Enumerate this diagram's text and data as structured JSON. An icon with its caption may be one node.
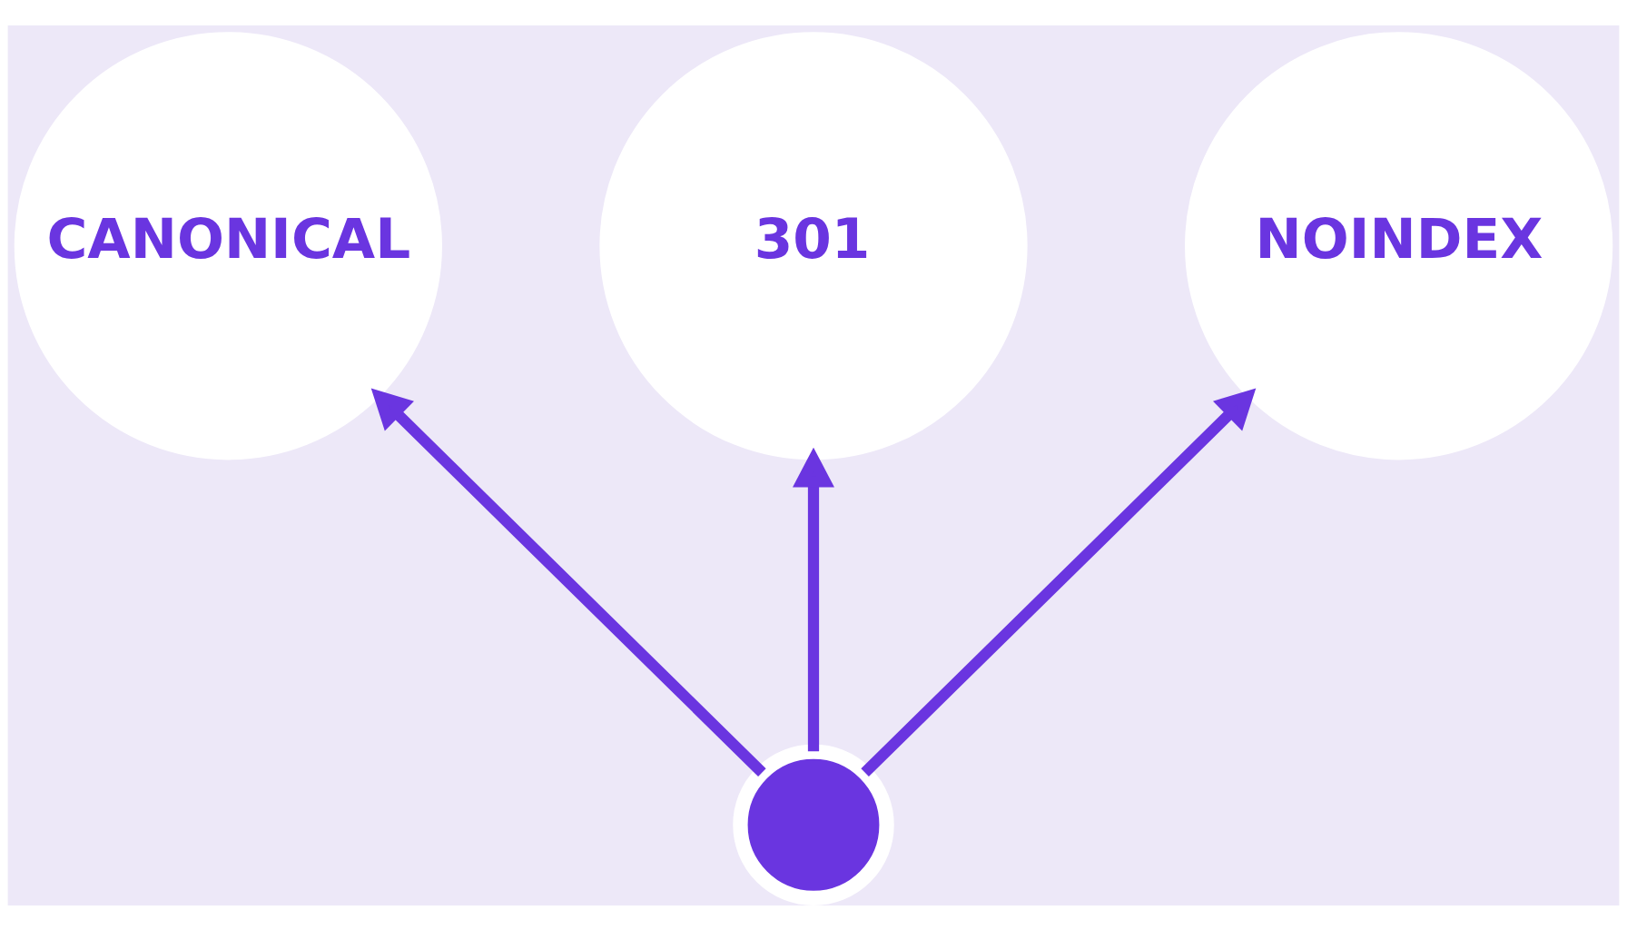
{
  "diagram": {
    "nodes": [
      {
        "text": [
          "CANONICAL"
        ]
      },
      {
        "text": [
          "301"
        ]
      },
      {
        "text": [
          "NOINDEX"
        ]
      },
      {
        "text": [],
        "shape": "circle"
      }
    ],
    "edges": [
      {
        "from": 3,
        "to": 0,
        "arrow": "to"
      },
      {
        "from": 3,
        "to": 1,
        "arrow": "to"
      },
      {
        "from": 3,
        "to": 2,
        "arrow": "to"
      }
    ]
  }
}
